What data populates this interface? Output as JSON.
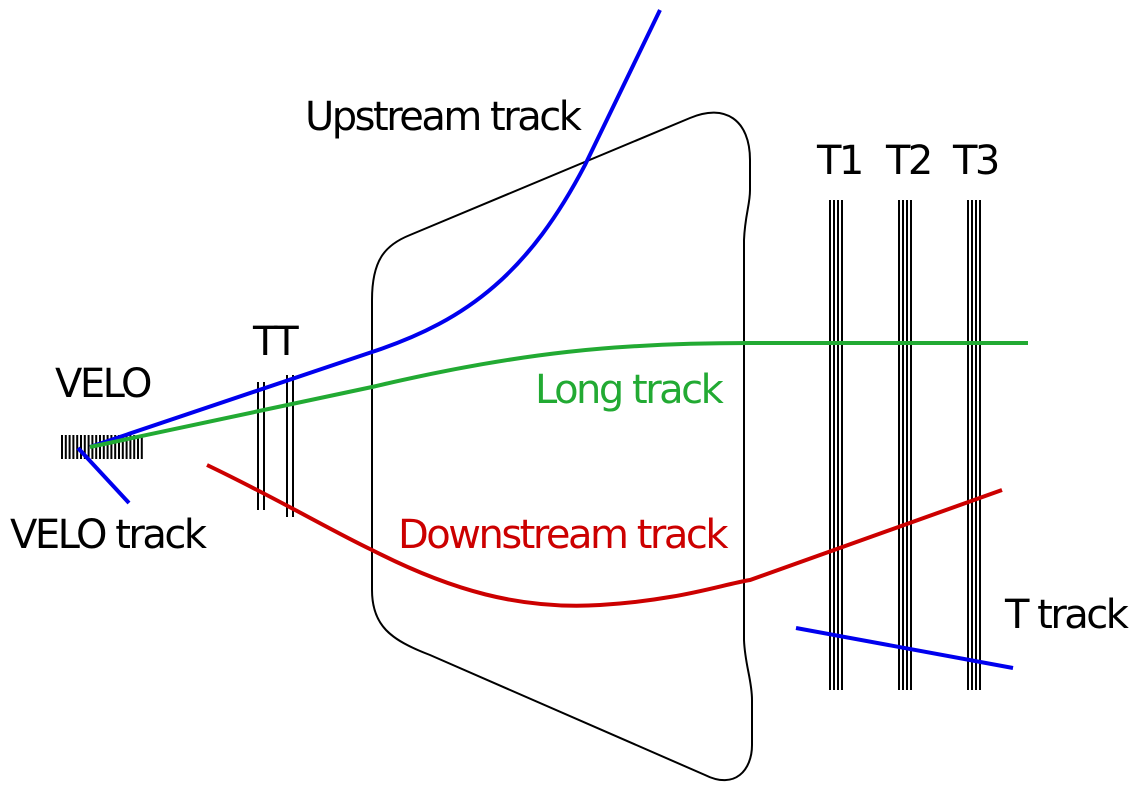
{
  "labels": {
    "upstream": "Upstream track",
    "tt": "TT",
    "velo": "VELO",
    "velo_track": "VELO track",
    "long": "Long track",
    "downstream": "Downstream track",
    "t1": "T1",
    "t2": "T2",
    "t3": "T3",
    "t_track": "T track"
  },
  "colors": {
    "blue_track": "#0000ee",
    "green_track": "#22aa33",
    "red_track": "#cc0000",
    "detector": "#000000",
    "text": "#000000"
  }
}
